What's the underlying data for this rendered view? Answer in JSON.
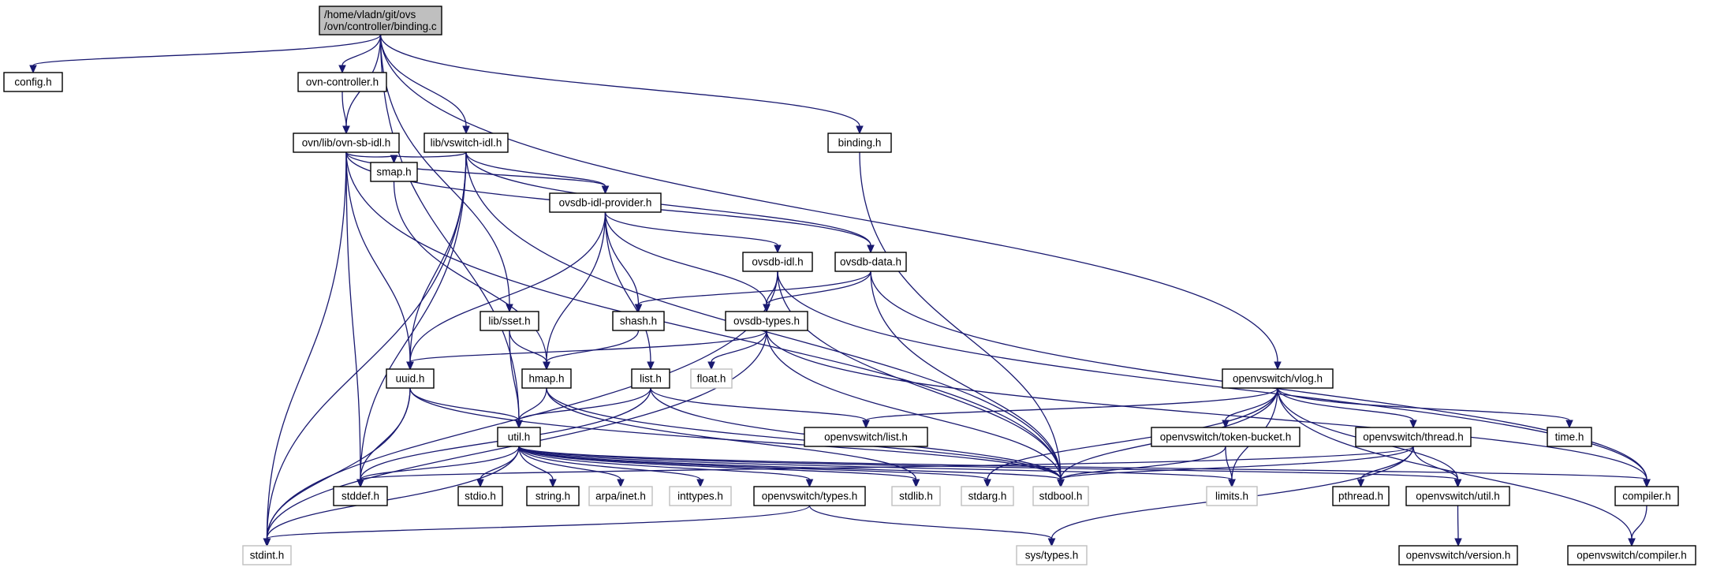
{
  "diagram": {
    "type": "include-dependency-graph",
    "colors": {
      "edge": "#191970",
      "root_fill": "#bfbfbf",
      "node_border": "#000000",
      "missing_border": "#bfbfbf",
      "background": "#ffffff"
    },
    "nodes": [
      {
        "id": "binding_c",
        "lines": [
          "/home/vladn/git/ovs",
          "/ovn/controller/binding.c"
        ],
        "kind": "root"
      },
      {
        "id": "config_h",
        "lines": [
          "config.h"
        ],
        "kind": "normal"
      },
      {
        "id": "ovn_controller_h",
        "lines": [
          "ovn-controller.h"
        ],
        "kind": "normal"
      },
      {
        "id": "ovn_sb_idl_h",
        "lines": [
          "ovn/lib/ovn-sb-idl.h"
        ],
        "kind": "normal"
      },
      {
        "id": "vswitch_idl_h",
        "lines": [
          "lib/vswitch-idl.h"
        ],
        "kind": "normal"
      },
      {
        "id": "binding_h",
        "lines": [
          "binding.h"
        ],
        "kind": "normal"
      },
      {
        "id": "smap_h",
        "lines": [
          "smap.h"
        ],
        "kind": "normal"
      },
      {
        "id": "ovsdb_idl_provider_h",
        "lines": [
          "ovsdb-idl-provider.h"
        ],
        "kind": "normal"
      },
      {
        "id": "ovsdb_idl_h",
        "lines": [
          "ovsdb-idl.h"
        ],
        "kind": "normal"
      },
      {
        "id": "ovsdb_data_h",
        "lines": [
          "ovsdb-data.h"
        ],
        "kind": "normal"
      },
      {
        "id": "lib_sset_h",
        "lines": [
          "lib/sset.h"
        ],
        "kind": "normal"
      },
      {
        "id": "shash_h",
        "lines": [
          "shash.h"
        ],
        "kind": "normal"
      },
      {
        "id": "ovsdb_types_h",
        "lines": [
          "ovsdb-types.h"
        ],
        "kind": "normal"
      },
      {
        "id": "uuid_h",
        "lines": [
          "uuid.h"
        ],
        "kind": "normal"
      },
      {
        "id": "hmap_h",
        "lines": [
          "hmap.h"
        ],
        "kind": "normal"
      },
      {
        "id": "list_h",
        "lines": [
          "list.h"
        ],
        "kind": "normal"
      },
      {
        "id": "float_h",
        "lines": [
          "float.h"
        ],
        "kind": "ghost"
      },
      {
        "id": "vlog_h",
        "lines": [
          "openvswitch/vlog.h"
        ],
        "kind": "normal"
      },
      {
        "id": "ovs_list_h",
        "lines": [
          "openvswitch/list.h"
        ],
        "kind": "normal"
      },
      {
        "id": "token_bucket_h",
        "lines": [
          "openvswitch/token-bucket.h"
        ],
        "kind": "normal"
      },
      {
        "id": "thread_h",
        "lines": [
          "openvswitch/thread.h"
        ],
        "kind": "normal"
      },
      {
        "id": "time_h",
        "lines": [
          "time.h"
        ],
        "kind": "normal"
      },
      {
        "id": "util_h",
        "lines": [
          "util.h"
        ],
        "kind": "normal"
      },
      {
        "id": "stddef_h",
        "lines": [
          "stddef.h"
        ],
        "kind": "normal"
      },
      {
        "id": "stdio_h",
        "lines": [
          "stdio.h"
        ],
        "kind": "normal"
      },
      {
        "id": "string_h",
        "lines": [
          "string.h"
        ],
        "kind": "normal"
      },
      {
        "id": "arpa_inet_h",
        "lines": [
          "arpa/inet.h"
        ],
        "kind": "ghost"
      },
      {
        "id": "inttypes_h",
        "lines": [
          "inttypes.h"
        ],
        "kind": "ghost"
      },
      {
        "id": "ovs_types_h",
        "lines": [
          "openvswitch/types.h"
        ],
        "kind": "normal"
      },
      {
        "id": "stdlib_h",
        "lines": [
          "stdlib.h"
        ],
        "kind": "ghost"
      },
      {
        "id": "stdarg_h",
        "lines": [
          "stdarg.h"
        ],
        "kind": "ghost"
      },
      {
        "id": "stdbool_h",
        "lines": [
          "stdbool.h"
        ],
        "kind": "ghost"
      },
      {
        "id": "limits_h",
        "lines": [
          "limits.h"
        ],
        "kind": "ghost"
      },
      {
        "id": "pthread_h",
        "lines": [
          "pthread.h"
        ],
        "kind": "normal"
      },
      {
        "id": "ovs_util_h",
        "lines": [
          "openvswitch/util.h"
        ],
        "kind": "normal"
      },
      {
        "id": "compiler_h",
        "lines": [
          "compiler.h"
        ],
        "kind": "normal"
      },
      {
        "id": "stdint_h",
        "lines": [
          "stdint.h"
        ],
        "kind": "ghost"
      },
      {
        "id": "sys_types_h",
        "lines": [
          "sys/types.h"
        ],
        "kind": "ghost"
      },
      {
        "id": "ovs_version_h",
        "lines": [
          "openvswitch/version.h"
        ],
        "kind": "normal"
      },
      {
        "id": "ovs_compiler_h",
        "lines": [
          "openvswitch/compiler.h"
        ],
        "kind": "normal"
      }
    ],
    "edges": [
      [
        "binding_c",
        "config_h"
      ],
      [
        "binding_c",
        "ovn_controller_h"
      ],
      [
        "binding_c",
        "ovn_sb_idl_h"
      ],
      [
        "binding_c",
        "vswitch_idl_h"
      ],
      [
        "binding_c",
        "binding_h"
      ],
      [
        "binding_c",
        "vlog_h"
      ],
      [
        "binding_c",
        "lib_sset_h"
      ],
      [
        "binding_c",
        "util_h"
      ],
      [
        "ovn_controller_h",
        "ovn_sb_idl_h"
      ],
      [
        "ovn_sb_idl_h",
        "smap_h"
      ],
      [
        "ovn_sb_idl_h",
        "ovsdb_idl_provider_h"
      ],
      [
        "ovn_sb_idl_h",
        "ovsdb_data_h"
      ],
      [
        "ovn_sb_idl_h",
        "uuid_h"
      ],
      [
        "ovn_sb_idl_h",
        "stdint_h"
      ],
      [
        "ovn_sb_idl_h",
        "stddef_h"
      ],
      [
        "ovn_sb_idl_h",
        "stdbool_h"
      ],
      [
        "vswitch_idl_h",
        "smap_h"
      ],
      [
        "vswitch_idl_h",
        "ovsdb_idl_provider_h"
      ],
      [
        "vswitch_idl_h",
        "ovsdb_data_h"
      ],
      [
        "vswitch_idl_h",
        "uuid_h"
      ],
      [
        "vswitch_idl_h",
        "stdint_h"
      ],
      [
        "vswitch_idl_h",
        "stddef_h"
      ],
      [
        "vswitch_idl_h",
        "stdbool_h"
      ],
      [
        "binding_h",
        "stdbool_h"
      ],
      [
        "smap_h",
        "hmap_h"
      ],
      [
        "ovsdb_idl_provider_h",
        "ovsdb_idl_h"
      ],
      [
        "ovsdb_idl_provider_h",
        "ovsdb_types_h"
      ],
      [
        "ovsdb_idl_provider_h",
        "shash_h"
      ],
      [
        "ovsdb_idl_provider_h",
        "hmap_h"
      ],
      [
        "ovsdb_idl_provider_h",
        "list_h"
      ],
      [
        "ovsdb_idl_provider_h",
        "uuid_h"
      ],
      [
        "ovsdb_idl_h",
        "ovsdb_types_h"
      ],
      [
        "ovsdb_idl_h",
        "stdbool_h"
      ],
      [
        "ovsdb_idl_h",
        "stdint_h"
      ],
      [
        "ovsdb_idl_h",
        "compiler_h"
      ],
      [
        "ovsdb_data_h",
        "shash_h"
      ],
      [
        "ovsdb_data_h",
        "ovsdb_types_h"
      ],
      [
        "ovsdb_data_h",
        "compiler_h"
      ],
      [
        "ovsdb_data_h",
        "stdbool_h"
      ],
      [
        "lib_sset_h",
        "hmap_h"
      ],
      [
        "lib_sset_h",
        "util_h"
      ],
      [
        "shash_h",
        "hmap_h"
      ],
      [
        "ovsdb_types_h",
        "uuid_h"
      ],
      [
        "ovsdb_types_h",
        "float_h"
      ],
      [
        "ovsdb_types_h",
        "compiler_h"
      ],
      [
        "ovsdb_types_h",
        "stdint_h"
      ],
      [
        "ovsdb_types_h",
        "stdbool_h"
      ],
      [
        "uuid_h",
        "util_h"
      ],
      [
        "uuid_h",
        "stddef_h"
      ],
      [
        "uuid_h",
        "stdint_h"
      ],
      [
        "uuid_h",
        "stdbool_h"
      ],
      [
        "hmap_h",
        "util_h"
      ],
      [
        "hmap_h",
        "stdbool_h"
      ],
      [
        "hmap_h",
        "stdlib_h"
      ],
      [
        "list_h",
        "util_h"
      ],
      [
        "list_h",
        "ovs_list_h"
      ],
      [
        "list_h",
        "stddef_h"
      ],
      [
        "list_h",
        "stdbool_h"
      ],
      [
        "vlog_h",
        "ovs_list_h"
      ],
      [
        "vlog_h",
        "token_bucket_h"
      ],
      [
        "vlog_h",
        "thread_h"
      ],
      [
        "vlog_h",
        "time_h"
      ],
      [
        "vlog_h",
        "limits_h"
      ],
      [
        "vlog_h",
        "stdarg_h"
      ],
      [
        "vlog_h",
        "stdbool_h"
      ],
      [
        "vlog_h",
        "ovs_util_h"
      ],
      [
        "vlog_h",
        "ovs_compiler_h"
      ],
      [
        "token_bucket_h",
        "limits_h"
      ],
      [
        "token_bucket_h",
        "stdbool_h"
      ],
      [
        "thread_h",
        "pthread_h"
      ],
      [
        "thread_h",
        "ovs_util_h"
      ],
      [
        "thread_h",
        "stdbool_h"
      ],
      [
        "thread_h",
        "sys_types_h"
      ],
      [
        "thread_h",
        "stddef_h"
      ],
      [
        "util_h",
        "stddef_h"
      ],
      [
        "util_h",
        "stdio_h"
      ],
      [
        "util_h",
        "string_h"
      ],
      [
        "util_h",
        "arpa_inet_h"
      ],
      [
        "util_h",
        "inttypes_h"
      ],
      [
        "util_h",
        "ovs_types_h"
      ],
      [
        "util_h",
        "stdlib_h"
      ],
      [
        "util_h",
        "stdarg_h"
      ],
      [
        "util_h",
        "stdbool_h"
      ],
      [
        "util_h",
        "limits_h"
      ],
      [
        "util_h",
        "ovs_util_h"
      ],
      [
        "util_h",
        "compiler_h"
      ],
      [
        "util_h",
        "stdint_h"
      ],
      [
        "ovs_types_h",
        "stdint_h"
      ],
      [
        "ovs_types_h",
        "sys_types_h"
      ],
      [
        "ovs_util_h",
        "ovs_version_h"
      ],
      [
        "compiler_h",
        "ovs_compiler_h"
      ]
    ]
  }
}
